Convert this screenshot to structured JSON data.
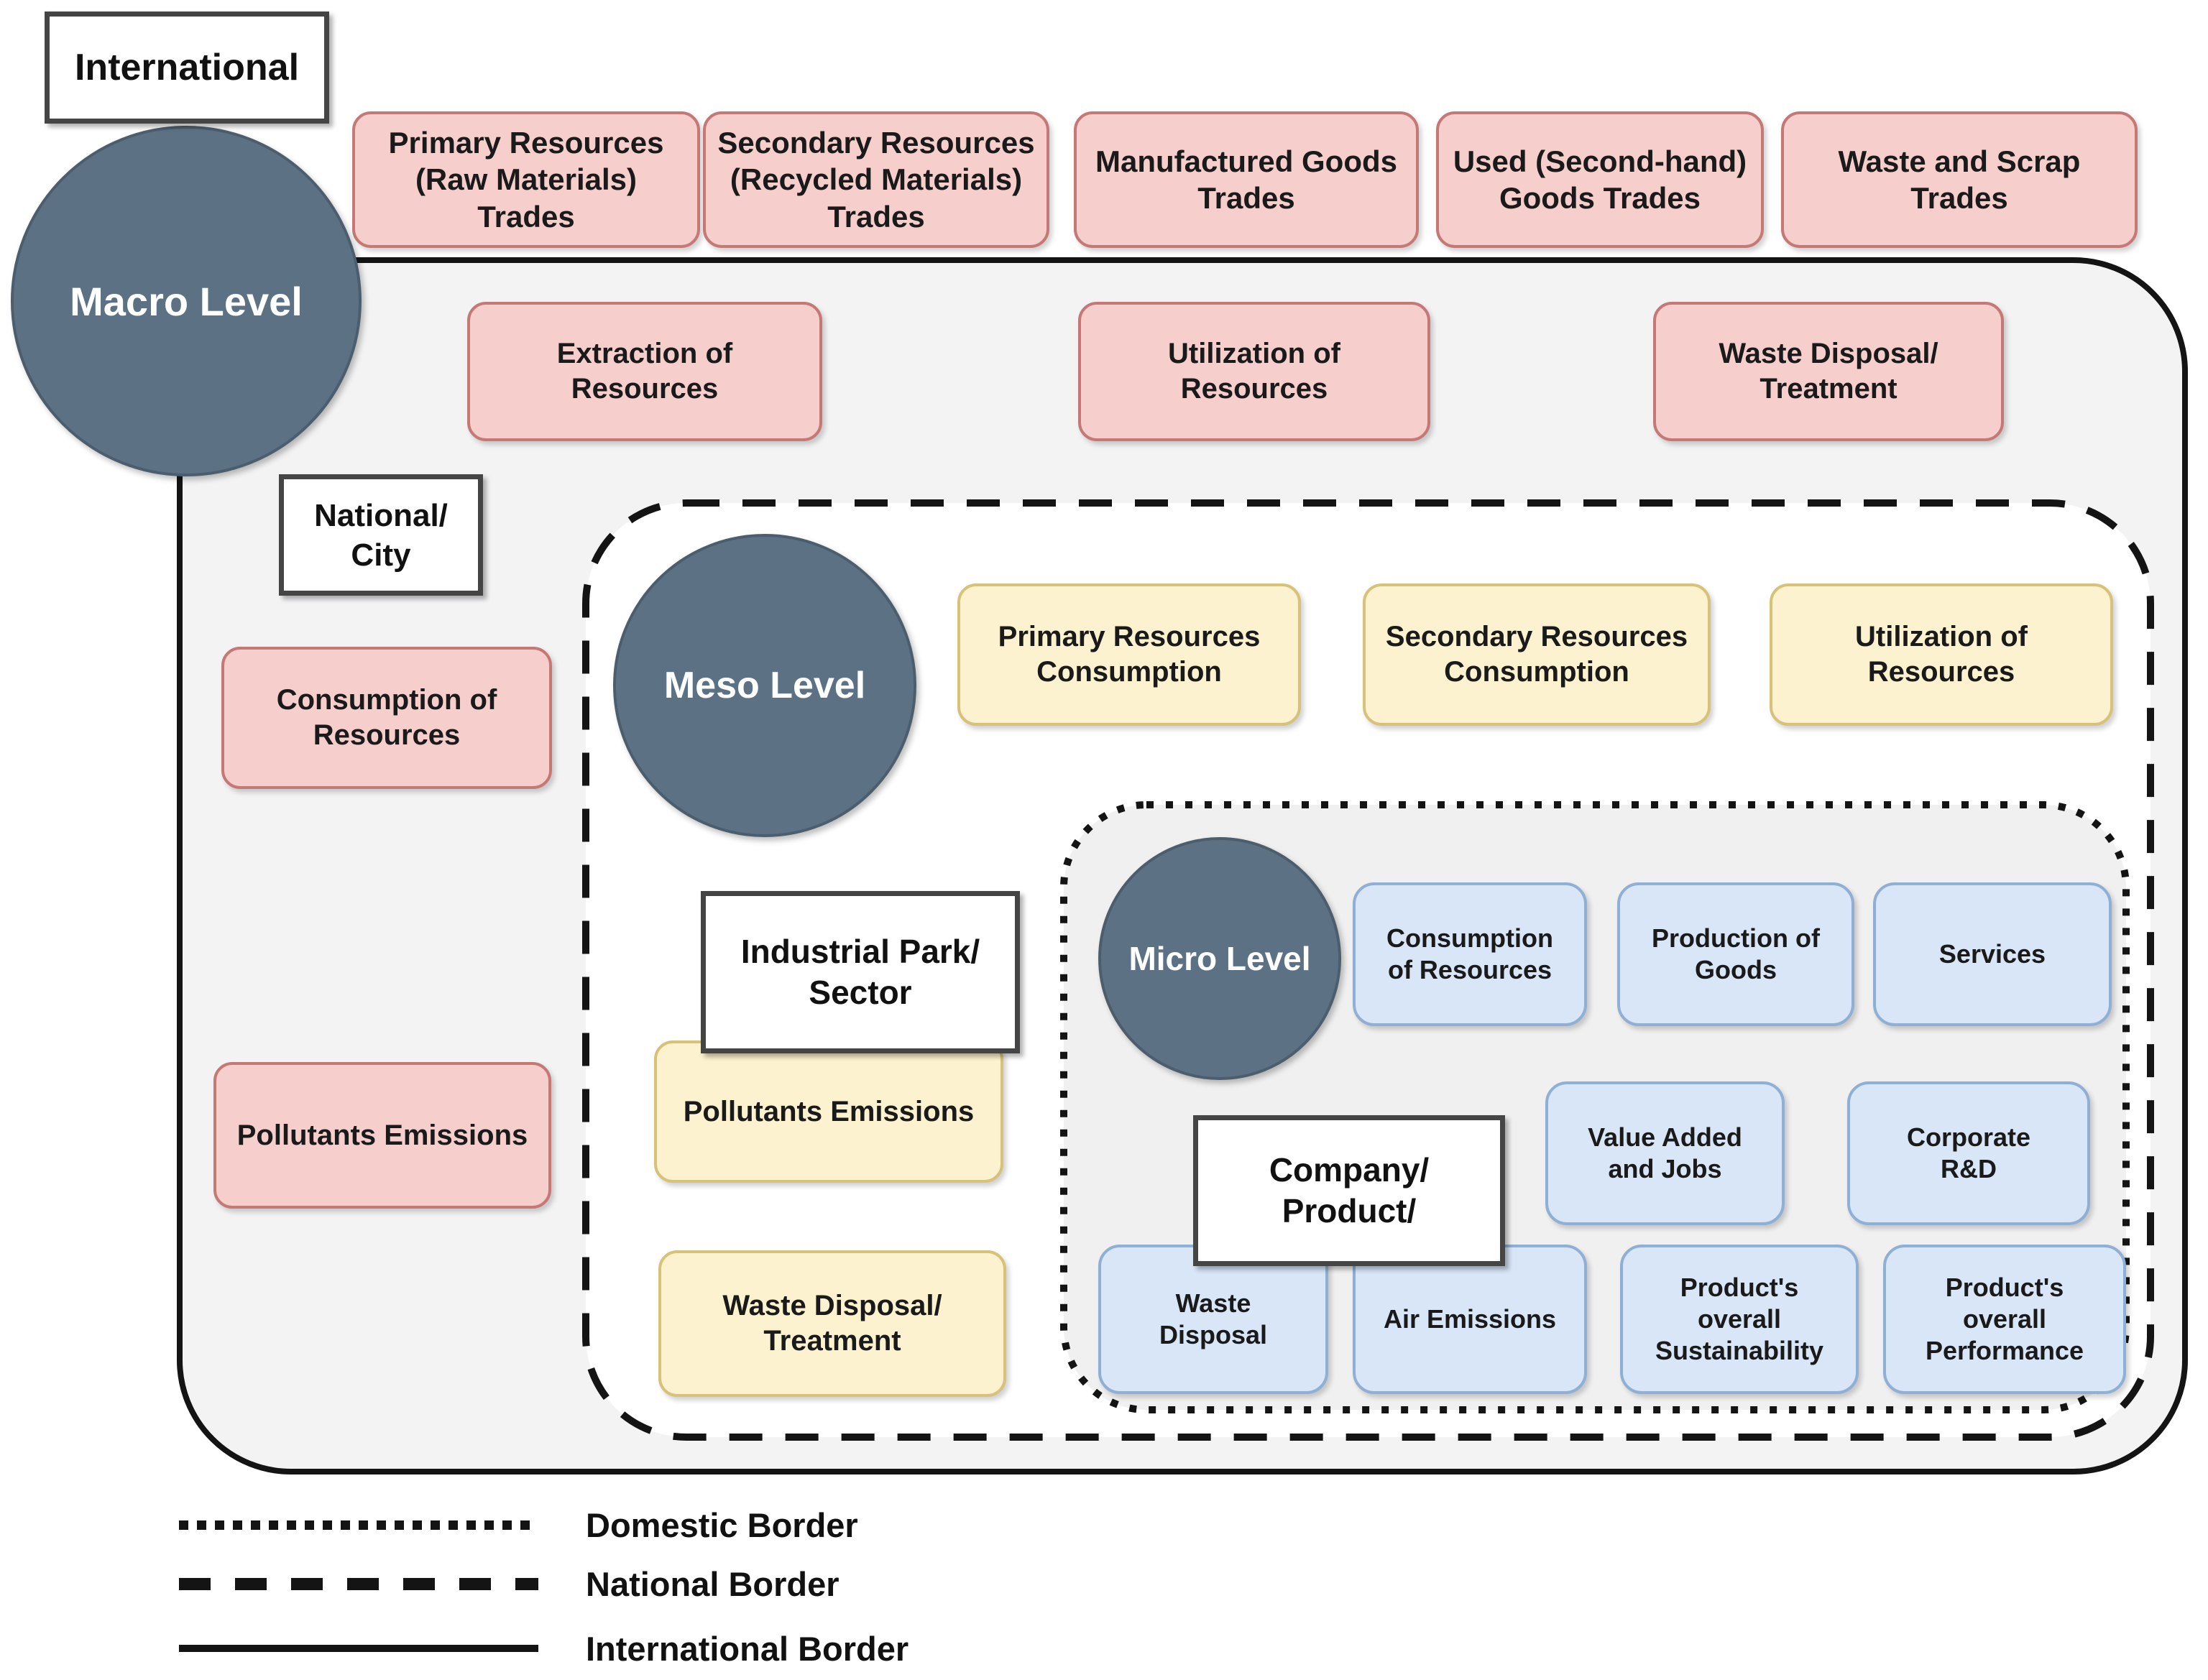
{
  "macro": {
    "circle_label": "Macro Level",
    "region_label": "International",
    "trade_boxes": [
      "Primary Resources\n(Raw Materials)\nTrades",
      "Secondary Resources\n(Recycled Materials)\nTrades",
      "Manufactured Goods\nTrades",
      "Used (Second-hand)\nGoods Trades",
      "Waste and Scrap\nTrades"
    ],
    "flow_boxes": [
      "Extraction of\nResources",
      "Utilization of\nResources",
      "Waste Disposal/\nTreatment"
    ]
  },
  "national": {
    "region_label": "National/\nCity",
    "flow_boxes": [
      "Consumption of\nResources",
      "Pollutants Emissions"
    ]
  },
  "meso": {
    "circle_label": "Meso Level",
    "region_label": "Industrial Park/\nSector",
    "consumption_boxes": [
      "Primary Resources\nConsumption",
      "Secondary Resources\nConsumption",
      "Utilization of\nResources"
    ],
    "emission_boxes": [
      "Pollutants Emissions",
      "Waste Disposal/\nTreatment"
    ]
  },
  "micro": {
    "circle_label": "Micro Level",
    "region_label": "Company/\nProduct/",
    "row1": [
      "Consumption\nof Resources",
      "Production of\nGoods",
      "Services"
    ],
    "row2": [
      "Value Added\nand Jobs",
      "Corporate\nR&D"
    ],
    "row3": [
      "Waste\nDisposal",
      "Air Emissions",
      "Product's\noverall\nSustainability",
      "Product's\noverall\nPerformance"
    ]
  },
  "legend": {
    "items": [
      {
        "line_style": "dotted",
        "label": "Domestic Border"
      },
      {
        "line_style": "dashed",
        "label": "National Border"
      },
      {
        "line_style": "solid",
        "label": "International Border"
      }
    ]
  },
  "colors": {
    "trade_fill": "#f6cfcd",
    "trade_stroke": "#c47976",
    "meso_fill": "#fdf2cf",
    "meso_stroke": "#d8c178",
    "micro_fill": "#d8e6f8",
    "micro_stroke": "#8fafd4",
    "level_circle_fill": "#5c7284",
    "border_color": "#141414",
    "international_region_fill": "#f3f3f4",
    "national_region_fill": "#ffffff",
    "domestic_region_fill": "#f0f0f1"
  }
}
